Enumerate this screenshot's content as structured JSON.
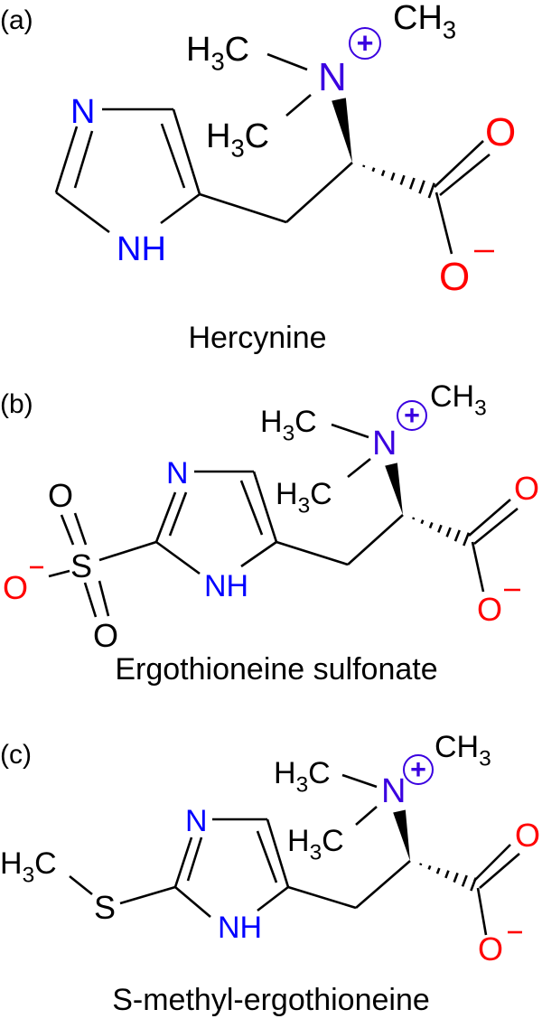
{
  "colors": {
    "bond": "#000000",
    "nitrogen": "#0000ff",
    "ammonium": "#3a00e0",
    "oxygen": "#ff0000"
  },
  "panels": [
    {
      "label": "(a)",
      "name": "Hercynine",
      "atoms": {
        "methyl_upper": [
          "H",
          "3",
          "C"
        ],
        "methyl_right": [
          "CH",
          "3"
        ],
        "methyl_lower": [
          "H",
          "3",
          "C"
        ],
        "ammonium_n": "N",
        "charge_plus": "+",
        "carbonyl_o": "O",
        "carboxylate_o": "O",
        "charge_minus": "−",
        "ring_n": "N",
        "ring_nh": "NH"
      }
    },
    {
      "label": "(b)",
      "name": "Ergothioneine sulfonate",
      "atoms": {
        "methyl_upper": [
          "H",
          "3",
          "C"
        ],
        "methyl_right": [
          "CH",
          "3"
        ],
        "methyl_lower": [
          "H",
          "3",
          "C"
        ],
        "ammonium_n": "N",
        "charge_plus": "+",
        "carbonyl_o": "O",
        "carboxylate_o": "O",
        "charge_minus": "−",
        "ring_n": "N",
        "ring_nh": "NH",
        "sulfur": "S",
        "sulfonyl_o_top": "O",
        "sulfonyl_o_bottom": "O",
        "sulfonate_o": "O",
        "sulfonate_minus": "−"
      }
    },
    {
      "label": "(c)",
      "name": "S-methyl-ergothioneine",
      "atoms": {
        "methyl_upper": [
          "H",
          "3",
          "C"
        ],
        "methyl_right": [
          "CH",
          "3"
        ],
        "methyl_lower": [
          "H",
          "3",
          "C"
        ],
        "ammonium_n": "N",
        "charge_plus": "+",
        "carbonyl_o": "O",
        "carboxylate_o": "O",
        "charge_minus": "−",
        "ring_n": "N",
        "ring_nh": "NH",
        "sulfur": "S",
        "s_methyl": [
          "H",
          "3",
          "C"
        ]
      }
    }
  ]
}
